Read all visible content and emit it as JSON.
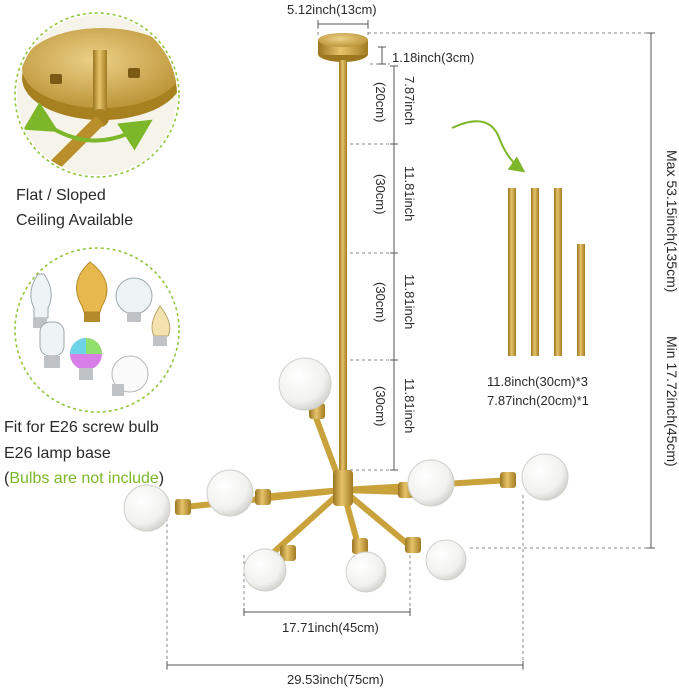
{
  "features": {
    "ceiling_line1": "Flat / Sloped",
    "ceiling_line2": "Ceiling Available",
    "bulb_line1": "Fit for E26 screw bulb",
    "bulb_line2": "E26 lamp base",
    "bulb_note_open": "(",
    "bulb_note": "Bulbs are not include",
    "bulb_note_close": ")"
  },
  "dimensions": {
    "canopy_width": "5.12inch(13cm)",
    "canopy_height": "1.18inch(3cm)",
    "rod1_in": "7.87inch",
    "rod1_cm": "(20cm)",
    "rod2_in": "11.81inch",
    "rod2_cm": "(30cm)",
    "rod3_in": "11.81inch",
    "rod3_cm": "(30cm)",
    "rod4_in": "11.81inch",
    "rod4_cm": "(30cm)",
    "max_height": "Max 53.15inch(135cm)",
    "min_height": "Min 17.72inch(45cm)",
    "inner_width": "17.71inch(45cm)",
    "outer_width": "29.53inch(75cm)"
  },
  "rods": {
    "line1": "11.8inch(30cm)*3",
    "line2": "7.87inch(20cm)*1"
  },
  "colors": {
    "brass": "#c9a23b",
    "accent_green": "#7cb72a"
  }
}
